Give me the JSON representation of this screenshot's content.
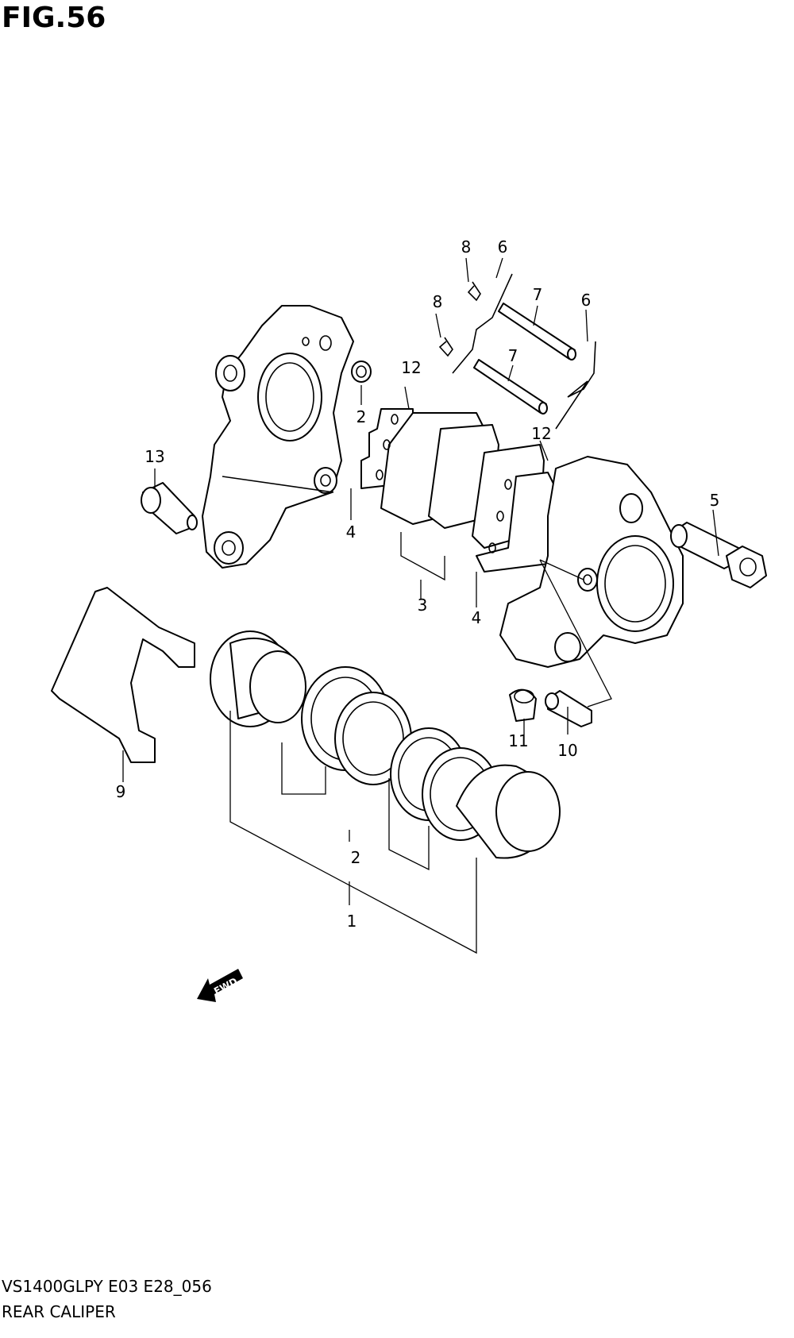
{
  "figure": {
    "title": "FIG.56"
  },
  "footer": {
    "model_code": "VS1400GLPY E03 E28_056",
    "section_name": "REAR CALIPER"
  },
  "callouts": {
    "c1": "1",
    "c2a": "2",
    "c2b": "2",
    "c3": "3",
    "c4a": "4",
    "c4b": "4",
    "c5": "5",
    "c6a": "6",
    "c6b": "6",
    "c7a": "7",
    "c7b": "7",
    "c8a": "8",
    "c8b": "8",
    "c9": "9",
    "c10": "10",
    "c11": "11",
    "c12a": "12",
    "c12b": "12",
    "c13": "13"
  },
  "direction_marker": {
    "label": "FWD"
  }
}
